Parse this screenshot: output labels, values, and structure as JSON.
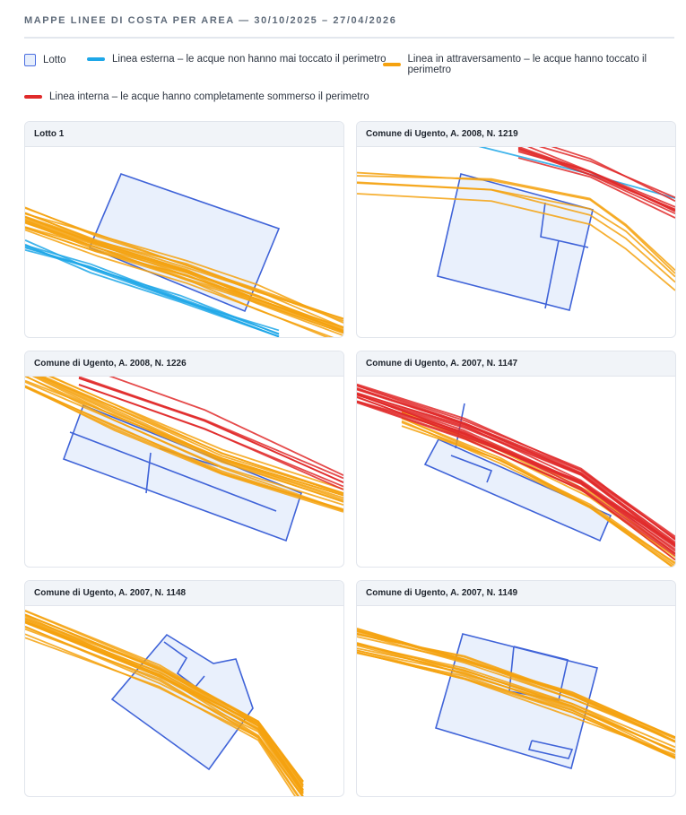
{
  "chart_data": {
    "type": "map",
    "title": "MAPPE LINEE DI COSTA PER AREA — 30/10/2025 – 27/04/2026",
    "legend": [
      {
        "key": "lotto",
        "label": "Lotto",
        "color": "#4b6ee0"
      },
      {
        "key": "esterna",
        "label": "Linea esterna – le acque non hanno mai toccato il perimetro",
        "color": "#1ea7e8"
      },
      {
        "key": "attraversamento",
        "label": "Linea in attraversamento – le acque hanno toccato il perimetro",
        "color": "#f5a20f"
      },
      {
        "key": "interna",
        "label": "Linea interna – le acque hanno completamente sommerso il perimetro",
        "color": "#e02a2a"
      }
    ],
    "panels": [
      {
        "title": "Lotto 1",
        "line_counts": {
          "esterna": 6,
          "attraversamento": 18,
          "interna": 0
        }
      },
      {
        "title": "Comune di Ugento, A. 2008, N. 1219",
        "line_counts": {
          "esterna": 1,
          "attraversamento": 5,
          "interna": 9
        }
      },
      {
        "title": "Comune di Ugento, A. 2008, N. 1226",
        "line_counts": {
          "esterna": 0,
          "attraversamento": 16,
          "interna": 6
        }
      },
      {
        "title": "Comune di Ugento, A. 2007, N. 1147",
        "line_counts": {
          "esterna": 0,
          "attraversamento": 8,
          "interna": 18
        }
      },
      {
        "title": "Comune di Ugento, A. 2007, N. 1148",
        "line_counts": {
          "esterna": 0,
          "attraversamento": 20,
          "interna": 0
        }
      },
      {
        "title": "Comune di Ugento, A. 2007, N. 1149",
        "line_counts": {
          "esterna": 0,
          "attraversamento": 20,
          "interna": 0
        }
      }
    ]
  }
}
